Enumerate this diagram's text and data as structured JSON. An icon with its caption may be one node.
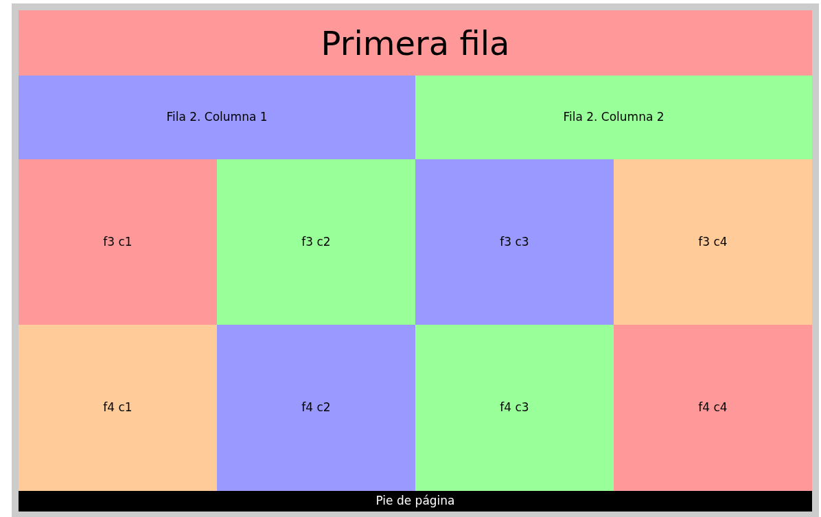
{
  "diagram": {
    "nodes": [
      {
        "text": [
          "Primera fila"
        ]
      },
      {
        "text": [
          "Fila 2. Columna 1"
        ]
      },
      {
        "text": [
          "Fila 2. Columna 2"
        ]
      },
      {
        "text": [
          "f3 c1"
        ]
      },
      {
        "text": [
          "f3 c2"
        ]
      },
      {
        "text": [
          "f3 c3"
        ]
      },
      {
        "text": [
          "f3 c4"
        ]
      },
      {
        "text": [
          "f4 c1"
        ]
      },
      {
        "text": [
          "f4 c2"
        ]
      },
      {
        "text": [
          "f4 c3"
        ]
      },
      {
        "text": [
          "f4 c4"
        ]
      },
      {
        "text": [
          "Pie de página"
        ]
      }
    ]
  }
}
